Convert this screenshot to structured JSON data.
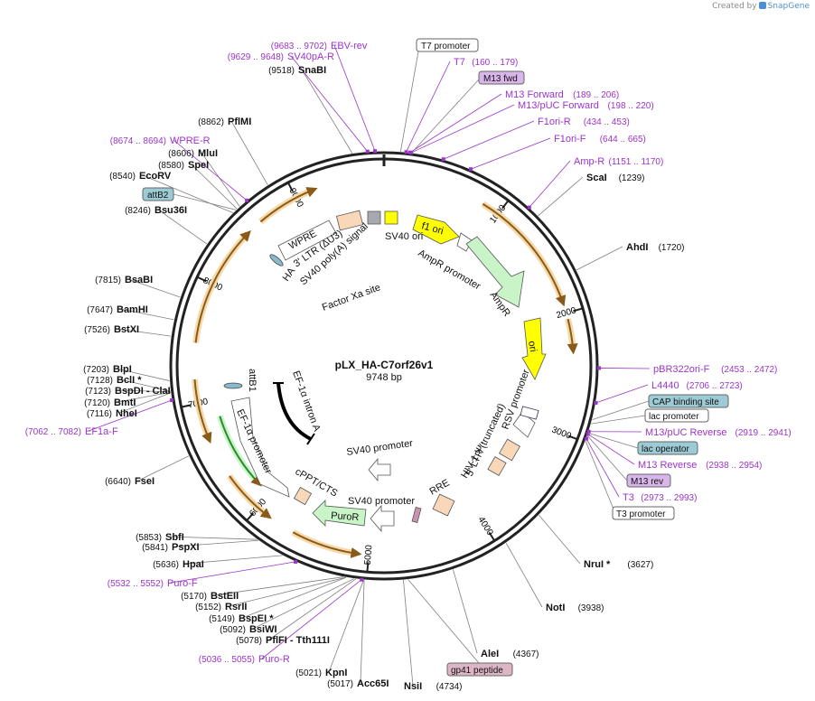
{
  "branding": {
    "created_by": "Created by",
    "app": "SnapGene"
  },
  "plasmid": {
    "name": "pLX_HA-C7orf26v1",
    "size": "9748 bp",
    "length": 9748
  },
  "ticks": [
    "1000",
    "2000",
    "3000",
    "4000",
    "5000",
    "6000",
    "7000",
    "8000",
    "9000"
  ],
  "colors": {
    "enzyme": "#000000",
    "primer": "#9b34c9",
    "arrow": "#c8842c",
    "ori": "#ffff00",
    "ampr": "#c8f4c8",
    "leader": "#808080"
  },
  "enzymes_left": [
    {
      "id": "snabi",
      "pos": "(9518)",
      "name": "SnaBI"
    },
    {
      "id": "pflmi",
      "pos": "(8862)",
      "name": "PflMI"
    },
    {
      "id": "mlui",
      "pos": "(8606)",
      "name": "MluI"
    },
    {
      "id": "spei",
      "pos": "(8580)",
      "name": "SpeI"
    },
    {
      "id": "ecorv",
      "pos": "(8540)",
      "name": "EcoRV"
    },
    {
      "id": "bsu36i",
      "pos": "(8246)",
      "name": "Bsu36I"
    },
    {
      "id": "bsabi",
      "pos": "(7815)",
      "name": "BsaBI"
    },
    {
      "id": "bamhi",
      "pos": "(7647)",
      "name": "BamHI"
    },
    {
      "id": "bstxi",
      "pos": "(7526)",
      "name": "BstXI"
    },
    {
      "id": "blpi",
      "pos": "(7203)",
      "name": "BlpI"
    },
    {
      "id": "bcli",
      "pos": "(7128)",
      "name": "BclI *"
    },
    {
      "id": "bspdi",
      "pos": "(7123)",
      "name": "BspDI   - ClaI"
    },
    {
      "id": "bmti",
      "pos": "(7120)",
      "name": "BmtI"
    },
    {
      "id": "nhei",
      "pos": "(7116)",
      "name": "NheI"
    },
    {
      "id": "fsei",
      "pos": "(6640)",
      "name": "FseI"
    },
    {
      "id": "sbfi",
      "pos": "(5853)",
      "name": "SbfI"
    },
    {
      "id": "pspxi",
      "pos": "(5841)",
      "name": "PspXI"
    },
    {
      "id": "hpai",
      "pos": "(5636)",
      "name": "HpaI"
    },
    {
      "id": "bsteii",
      "pos": "(5170)",
      "name": "BstEII"
    },
    {
      "id": "rsrii",
      "pos": "(5152)",
      "name": "RsrII"
    },
    {
      "id": "bspei",
      "pos": "(5149)",
      "name": "BspEI *"
    },
    {
      "id": "bsiwi",
      "pos": "(5092)",
      "name": "BsiWI"
    },
    {
      "id": "pflfi",
      "pos": "(5078)",
      "name": "PflFI   - Tth111I"
    },
    {
      "id": "kpni",
      "pos": "(5021)",
      "name": "KpnI"
    },
    {
      "id": "acc65i",
      "pos": "(5017)",
      "name": "Acc65I"
    }
  ],
  "enzymes_right": [
    {
      "id": "scai",
      "name": "ScaI",
      "pos": "(1239)"
    },
    {
      "id": "ahdi",
      "name": "AhdI",
      "pos": "(1720)"
    },
    {
      "id": "nrui",
      "name": "NruI *",
      "pos": "(3627)"
    },
    {
      "id": "noti",
      "name": "NotI",
      "pos": "(3938)"
    },
    {
      "id": "alei",
      "name": "AleI",
      "pos": "(4367)"
    },
    {
      "id": "nsii",
      "name": "NsiI",
      "pos": "(4734)"
    }
  ],
  "primers_left": [
    {
      "id": "ebv-rev",
      "pos": "(9683 .. 9702)",
      "name": "EBV-rev"
    },
    {
      "id": "sv40pa-r",
      "pos": "(9629 .. 9648)",
      "name": "SV40pA-R"
    },
    {
      "id": "wpre-r",
      "pos": "(8674 .. 8694)",
      "name": "WPRE-R"
    },
    {
      "id": "ef1a-f",
      "pos": "(7062 .. 7082)",
      "name": "EF1a-F"
    },
    {
      "id": "puro-f",
      "pos": "(5532 .. 5552)",
      "name": "Puro-F"
    },
    {
      "id": "puro-r",
      "pos": "(5036 .. 5055)",
      "name": "Puro-R"
    }
  ],
  "primers_right": [
    {
      "id": "t7",
      "name": "T7",
      "pos": "(160 .. 179)"
    },
    {
      "id": "m13-forward",
      "name": "M13 Forward",
      "pos": "(189 .. 206)"
    },
    {
      "id": "m13puc-forward",
      "name": "M13/pUC Forward",
      "pos": "(198 .. 220)"
    },
    {
      "id": "f1ori-r",
      "name": "F1ori-R",
      "pos": "(434 .. 453)"
    },
    {
      "id": "f1ori-f",
      "name": "F1ori-F",
      "pos": "(644 .. 665)"
    },
    {
      "id": "amp-r",
      "name": "Amp-R",
      "pos": "(1151 .. 1170)"
    },
    {
      "id": "pbr322ori-f",
      "name": "pBR322ori-F",
      "pos": "(2453 .. 2472)"
    },
    {
      "id": "l4440",
      "name": "L4440",
      "pos": "(2706 .. 2723)"
    },
    {
      "id": "m13puc-reverse",
      "name": "M13/pUC Reverse",
      "pos": "(2919 .. 2941)"
    },
    {
      "id": "m13-reverse",
      "name": "M13 Reverse",
      "pos": "(2938 .. 2954)"
    },
    {
      "id": "t3",
      "name": "T3",
      "pos": "(2973 .. 2993)"
    }
  ],
  "boxed_labels": {
    "t7_promoter_top": "T7 promoter",
    "m13_fwd": "M13 fwd",
    "attb2": "attB2",
    "cap_binding_site": "CAP binding site",
    "lac_promoter": "lac promoter",
    "lac_operator": "lac operator",
    "m13_rev": "M13 rev",
    "t3_promoter": "T3 promoter",
    "gp41_peptide": "gp41 peptide"
  },
  "features_inner": {
    "f1_ori": "f1 ori",
    "ampr_promoter": "AmpR promoter",
    "ampr": "AmpR",
    "ori": "ori",
    "rsv_promoter": "RSV promoter",
    "ltr5": "5' LTR (truncated)",
    "hiv_psi": "HIV-1 Ψ",
    "rre": "RRE",
    "sv40_promoter_1": "SV40 promoter",
    "sv40_promoter_2": "SV40 promoter",
    "puror": "PuroR",
    "cppt": "cPPT/CTS",
    "ef1a_promoter": "EF-1α promoter",
    "attb1": "attB1",
    "ef1a_intron": "EF-1α intron A",
    "ha": "HA",
    "factor_xa": "Factor Xa site",
    "sv40_polya": "SV40 poly(A) signal",
    "ltr3": "3' LTR (ΔU3)",
    "wpre": "WPRE",
    "sv40_ori": "SV40 ori"
  }
}
